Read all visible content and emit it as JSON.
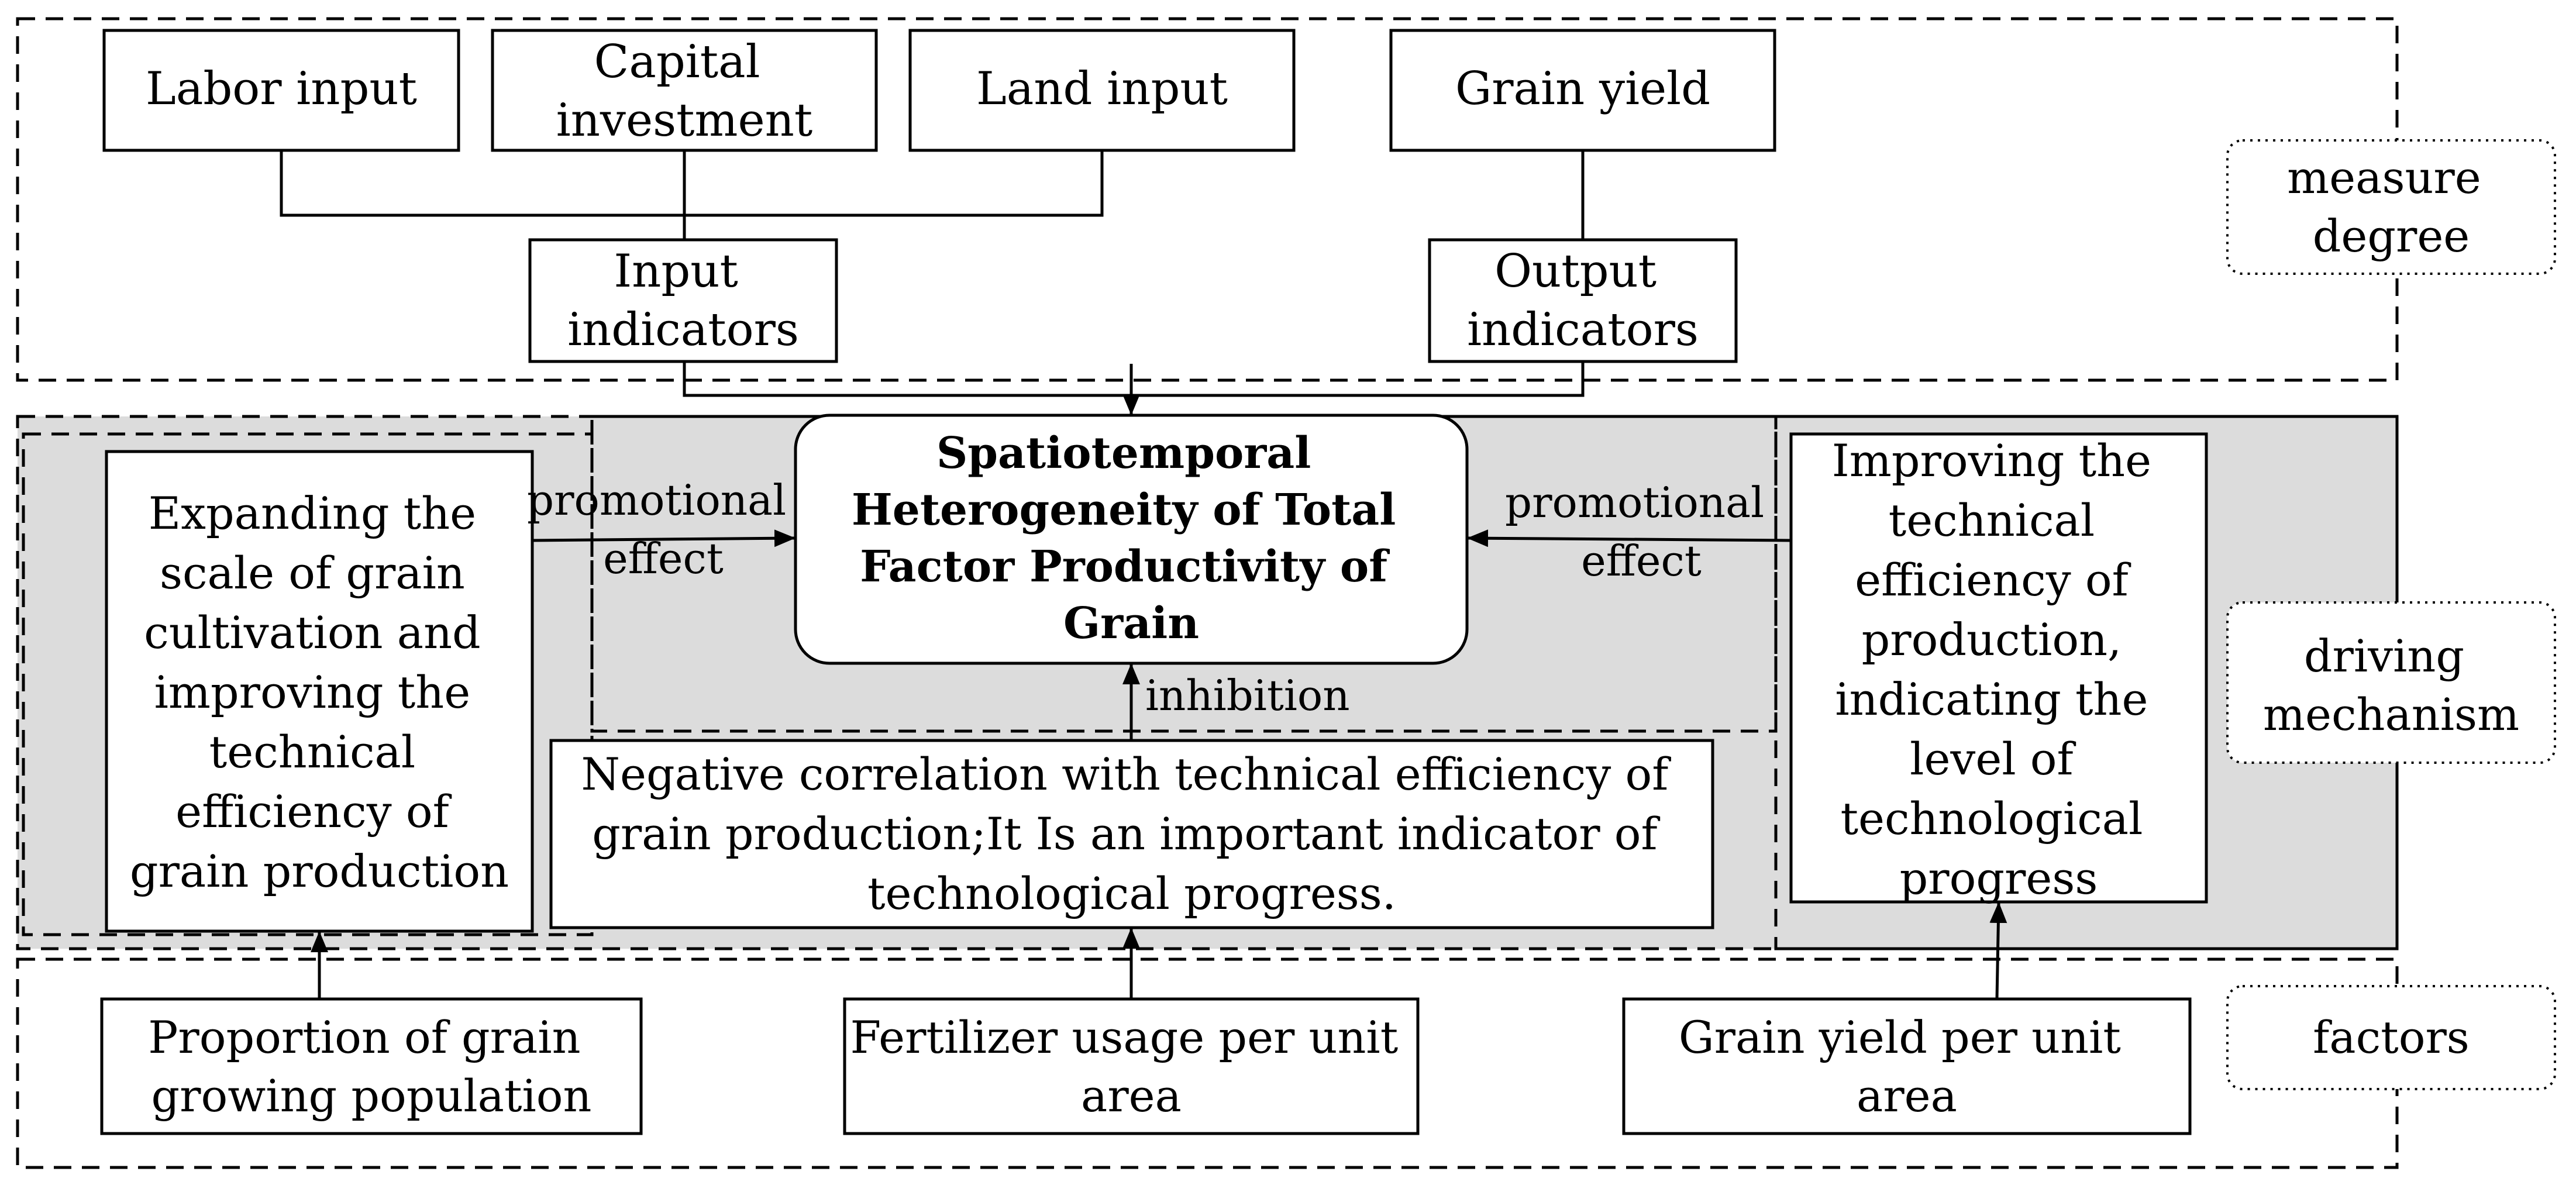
{
  "measurement": {
    "labor_input": "Labor input",
    "capital_investment": [
      "Capital",
      "investment"
    ],
    "land_input": "Land input",
    "grain_yield": "Grain yield",
    "input_indicators": [
      "Input",
      "indicators"
    ],
    "output_indicators": [
      "Output",
      "indicators"
    ]
  },
  "center": {
    "title": [
      "Spatiotemporal",
      "Heterogeneity of Total",
      "Factor Productivity of",
      "Grain"
    ]
  },
  "mechanism": {
    "left_box": [
      "Expanding the",
      "scale of grain",
      "cultivation and",
      "improving the",
      "technical",
      "efficiency of",
      "grain production"
    ],
    "middle_box": [
      "Negative correlation with technical efficiency of",
      "grain production;It Is an important indicator of",
      "technological progress."
    ],
    "right_box": [
      "Improving the",
      "technical",
      "efficiency of",
      "production,",
      "indicating the",
      "level of",
      "technological",
      "progress"
    ],
    "left_effect": [
      "promotional",
      "effect"
    ],
    "right_effect": [
      "promotional",
      "effect"
    ],
    "inhibition": "inhibition"
  },
  "factors": {
    "left": [
      "Proportion of grain",
      "growing population"
    ],
    "middle": [
      "Fertilizer usage per unit",
      "area"
    ],
    "right": [
      "Grain yield per unit",
      "area"
    ]
  },
  "side_labels": {
    "measure_degree": [
      "measure",
      "degree"
    ],
    "driving_mechanism": [
      "driving",
      "mechanism"
    ],
    "factors": "factors"
  },
  "colors": {
    "mechanism_background": "#dcdcdc",
    "stroke": "#000000"
  }
}
